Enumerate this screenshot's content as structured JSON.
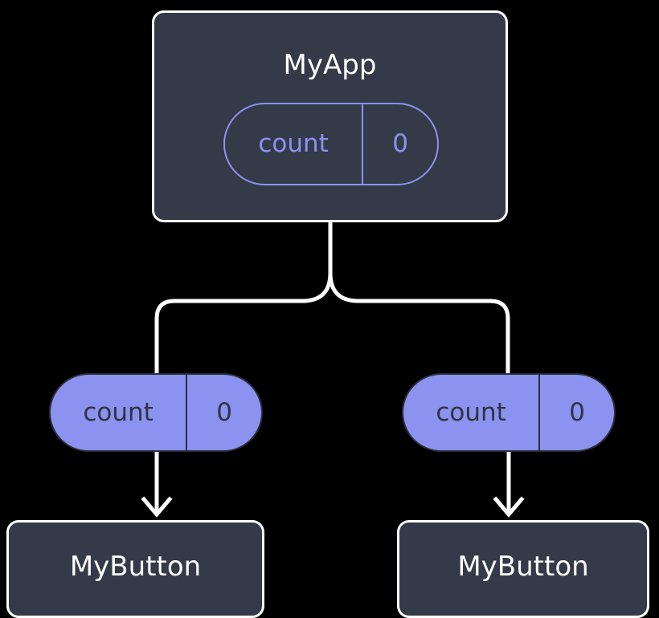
{
  "diagram": {
    "title": "MyApp component tree with state and props",
    "background_color": "#000000",
    "node_fill_color": "#343a48",
    "node_border_color": "#ffffff",
    "accent_color": "#8b92ef",
    "edge_color": "#ffffff",
    "pill_text_color": "#2f3440"
  },
  "root": {
    "label": "MyApp",
    "state": {
      "key": "count",
      "value": "0"
    }
  },
  "children": [
    {
      "props": {
        "key": "count",
        "value": "0"
      },
      "label": "MyButton"
    },
    {
      "props": {
        "key": "count",
        "value": "0"
      },
      "label": "MyButton"
    }
  ],
  "edges": {
    "root_to_branch": "split",
    "branch_to_child_left": "elbow",
    "branch_to_child_right": "elbow",
    "props_to_button_left": "arrow-down",
    "props_to_button_right": "arrow-down"
  }
}
